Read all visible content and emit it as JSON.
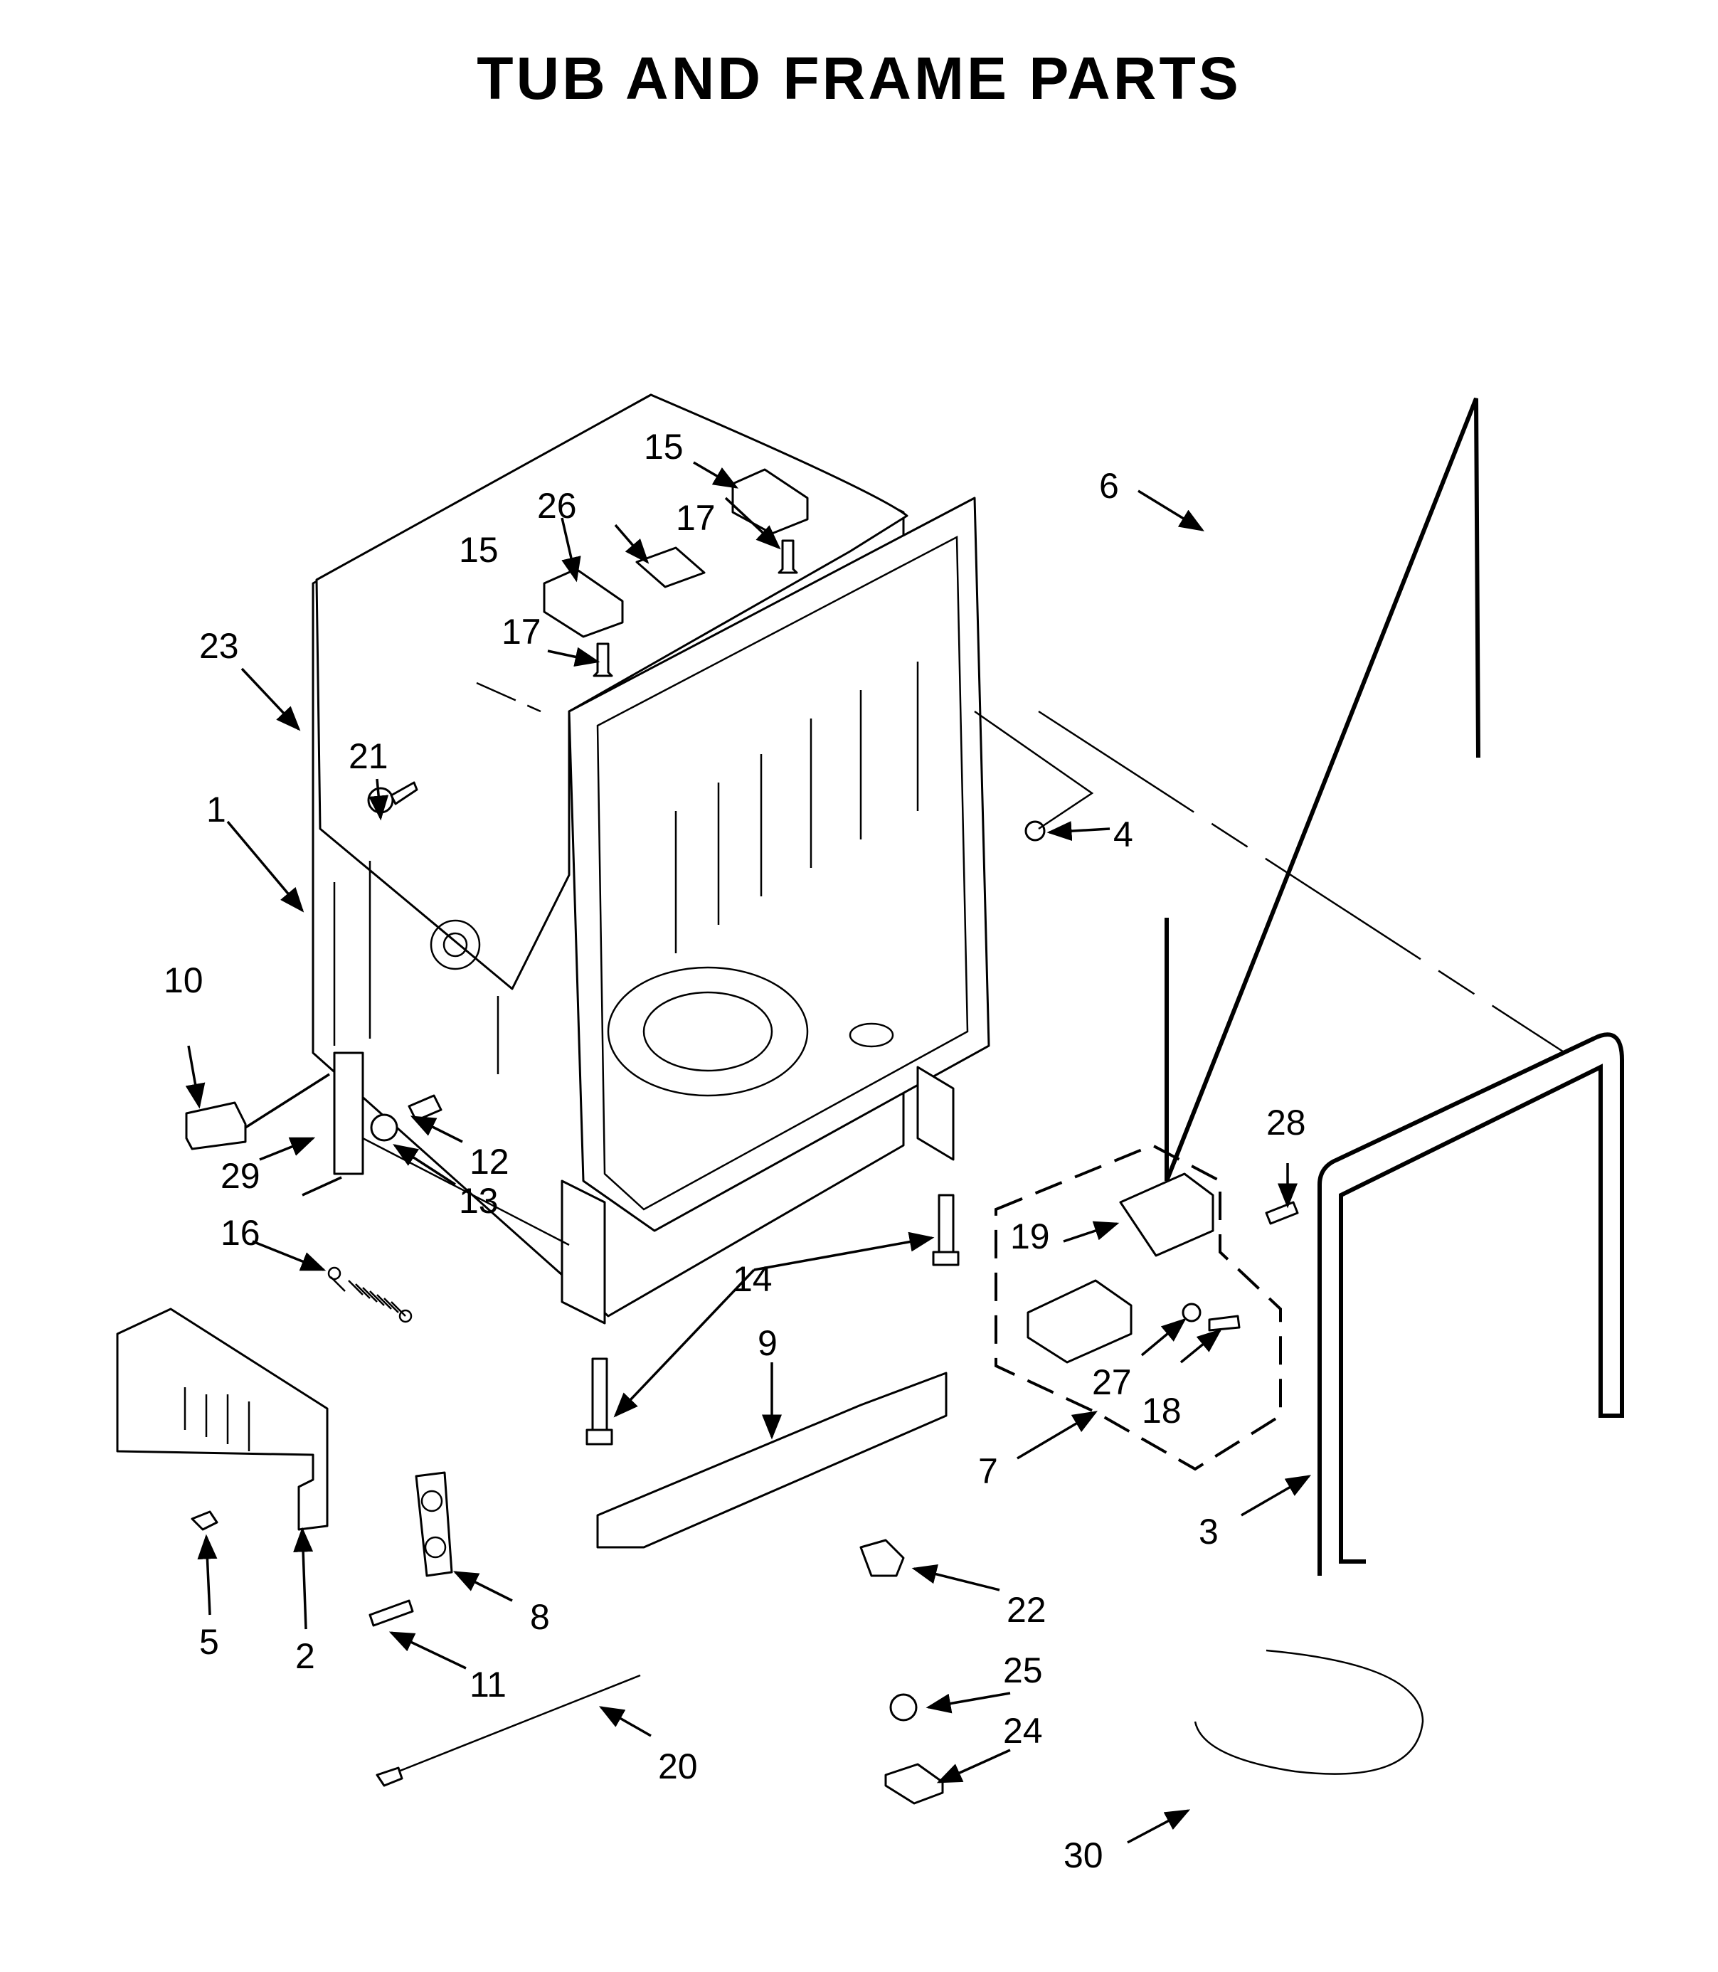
{
  "title": "TUB AND FRAME PARTS",
  "labels": {
    "p1": "1",
    "p2": "2",
    "p3": "3",
    "p4": "4",
    "p5": "5",
    "p6": "6",
    "p7": "7",
    "p8": "8",
    "p9": "9",
    "p10": "10",
    "p11": "11",
    "p12": "12",
    "p13": "13",
    "p14": "14",
    "p15a": "15",
    "p15b": "15",
    "p16": "16",
    "p17a": "17",
    "p17b": "17",
    "p18": "18",
    "p19": "19",
    "p20": "20",
    "p21": "21",
    "p22": "22",
    "p23": "23",
    "p24": "24",
    "p25": "25",
    "p26": "26",
    "p27": "27",
    "p28": "28",
    "p29": "29",
    "p30": "30"
  }
}
